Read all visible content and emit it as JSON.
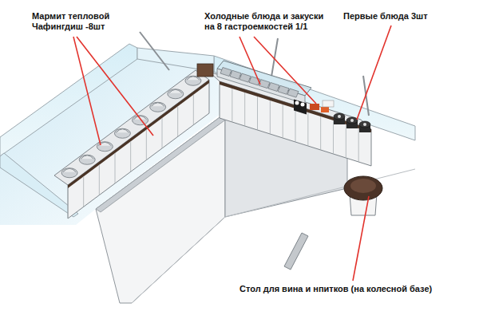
{
  "diagram": {
    "labels": [
      "Мармит тепловой Чафингдиш -8шт",
      "Холодные блюда и закуски на 8 гастроемкостей 1/1",
      "Первые блюда 3шт",
      "Стол для вина и нпитков (на колесной базе)"
    ]
  }
}
